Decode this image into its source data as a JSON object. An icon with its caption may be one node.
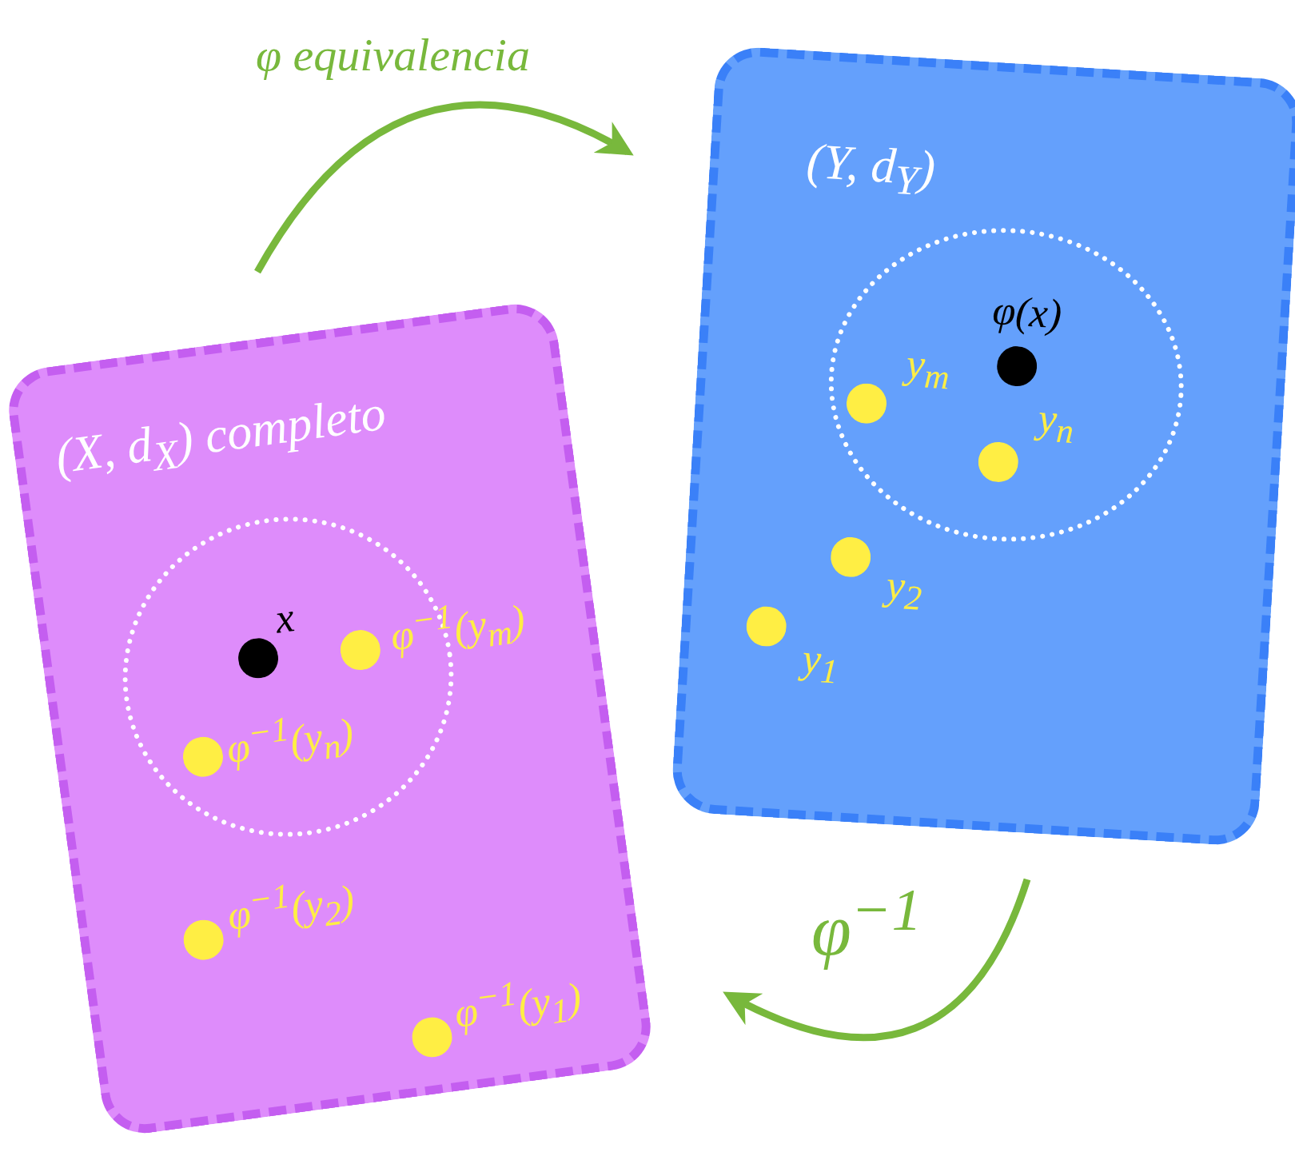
{
  "diagram": {
    "nodes": [
      {
        "text": [
          "(X, d$_{X}$) completo"
        ]
      },
      {
        "text": [],
        "shape": "circle",
        "in": 0
      },
      {
        "text": [],
        "shape": "circle",
        "in": 1,
        "beside": [
          "x"
        ]
      },
      {
        "text": [],
        "shape": "circle",
        "in": 1,
        "beside": [
          "φ$^{−1}$(y$_{m}$)"
        ]
      },
      {
        "text": [],
        "shape": "circle",
        "in": 1,
        "beside": [
          "φ$^{−1}$(y$_{n}$)"
        ]
      },
      {
        "text": [],
        "shape": "circle",
        "in": 0,
        "beside": [
          "φ$^{−1}$(y$_{2}$)"
        ]
      },
      {
        "text": [],
        "shape": "circle",
        "in": 0,
        "beside": [
          "φ$^{−1}$(y$_{1}$)"
        ]
      },
      {
        "text": [
          "(Y, d$_{Y}$)"
        ]
      },
      {
        "text": [],
        "shape": "circle",
        "in": 7
      },
      {
        "text": [],
        "shape": "circle",
        "in": 8,
        "beside": [
          "φ(x)"
        ]
      },
      {
        "text": [],
        "shape": "circle",
        "in": 8,
        "beside": [
          "y$_{m}$"
        ]
      },
      {
        "text": [],
        "shape": "circle",
        "in": 8,
        "beside": [
          "y$_{n}$"
        ]
      },
      {
        "text": [],
        "shape": "circle",
        "in": 7,
        "beside": [
          "y$_{2}$"
        ]
      },
      {
        "text": [],
        "shape": "circle",
        "in": 7,
        "beside": [
          "y$_{1}$"
        ]
      }
    ],
    "edges": [
      {
        "from": 0,
        "to": 7,
        "arrow": "to",
        "label": "φ equivalencia"
      },
      {
        "from": 7,
        "to": 0,
        "arrow": "to",
        "label": "φ$^{−1}$"
      }
    ]
  }
}
